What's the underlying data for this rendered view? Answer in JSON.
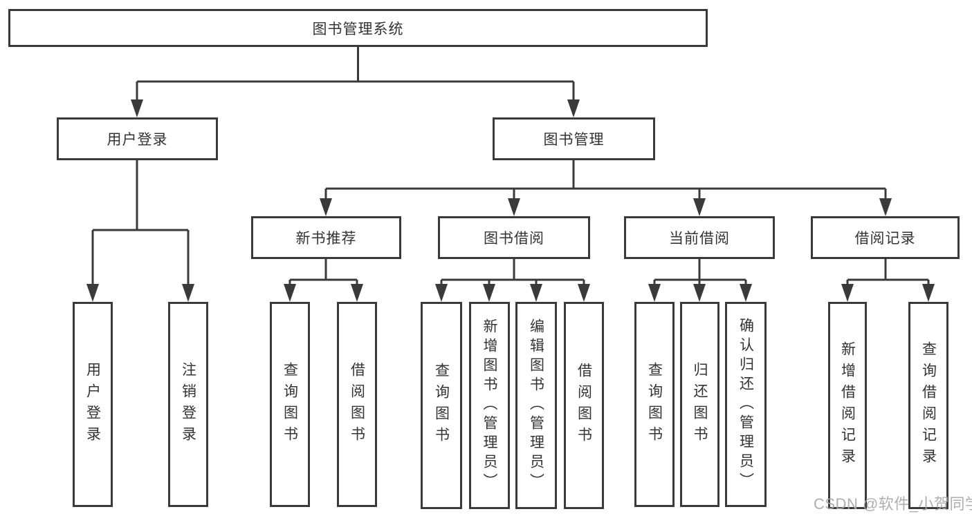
{
  "diagram": {
    "title": "图书管理系统",
    "nodes": {
      "root": "图书管理系统",
      "level2": {
        "user_login": "用户登录",
        "book_management": "图书管理"
      },
      "level3": {
        "new_book_recommend": "新书推荐",
        "book_borrow": "图书借阅",
        "current_borrow": "当前借阅",
        "borrow_records": "借阅记录"
      },
      "leaves": {
        "user_login_leaf": "用户登录",
        "logout": "注销登录",
        "query_book_1": "查询图书",
        "borrow_book_1": "借阅图书",
        "query_book_2": "查询图书",
        "add_book_admin": "新增图书（管理员）",
        "edit_book_admin": "编辑图书（管理员）",
        "borrow_book_2": "借阅图书",
        "query_book_3": "查询图书",
        "return_book": "归还图书",
        "confirm_return_admin": "确认归还（管理员）",
        "add_borrow_record": "新增借阅记录",
        "query_borrow_record": "查询借阅记录"
      }
    },
    "colors": {
      "line": "#3a3a3a",
      "text": "#333333",
      "box_fill": "#ffffff",
      "background": "#ffffff",
      "watermark": "#a8a8a8"
    }
  },
  "watermark": "CSDN @软件_小贺同学"
}
